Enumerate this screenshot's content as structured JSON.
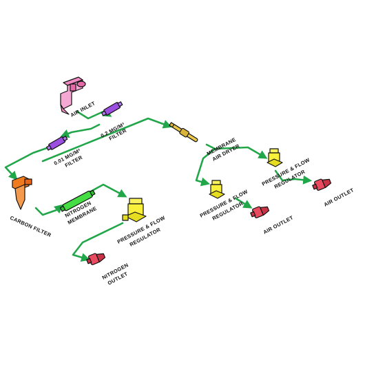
{
  "diagram": {
    "labels": {
      "air_inlet": "AIR INLET",
      "filter_02_l1": "0.2 MG/M³",
      "filter_02_l2": "FILTER",
      "filter_001_l1": "0.01 MG/M³",
      "filter_001_l2": "FILTER",
      "carbon_filter": "CARBON FILTER",
      "nitrogen_membrane_l1": "NITROGEN",
      "nitrogen_membrane_l2": "MEMBRANE",
      "pfr_left_l1": "PRESSURE & FLOW",
      "pfr_left_l2": "REGULATOR",
      "nitrogen_outlet_l1": "NITROGEN",
      "nitrogen_outlet_l2": "OUTLET",
      "membrane_air_dryer_l1": "MEMBRANE",
      "membrane_air_dryer_l2": "AIR DRYER",
      "pfr_mid_l1": "PRESSURE & FLOW",
      "pfr_mid_l2": "REGULATOR",
      "pfr_right_l1": "PRESSURE & FLOW",
      "pfr_right_l2": "REGULATOR",
      "air_outlet_mid": "AIR OUTLET",
      "air_outlet_right": "AIR OUTLET"
    },
    "colors": {
      "pipe": "#22a64a",
      "air_inlet": "#f28bc3",
      "filters": "#9a4fe0",
      "carbon_filter": "#f07a1e",
      "nitrogen_membrane": "#44dd44",
      "regulator": "#f8f03a",
      "membrane_air_dryer": "#e9c84a",
      "outlet": "#e84a5f"
    },
    "components": [
      {
        "name": "air-inlet",
        "icon": "faucet-icon"
      },
      {
        "name": "filter-0-2",
        "icon": "filter-cartridge-icon"
      },
      {
        "name": "filter-0-01",
        "icon": "filter-cartridge-icon"
      },
      {
        "name": "carbon-filter",
        "icon": "carbon-filter-icon"
      },
      {
        "name": "nitrogen-membrane",
        "icon": "membrane-tube-icon"
      },
      {
        "name": "pressure-flow-regulator",
        "icon": "regulator-icon"
      },
      {
        "name": "nitrogen-outlet",
        "icon": "outlet-valve-icon"
      },
      {
        "name": "membrane-air-dryer",
        "icon": "dryer-tube-icon"
      },
      {
        "name": "air-outlet",
        "icon": "outlet-valve-icon"
      }
    ]
  }
}
